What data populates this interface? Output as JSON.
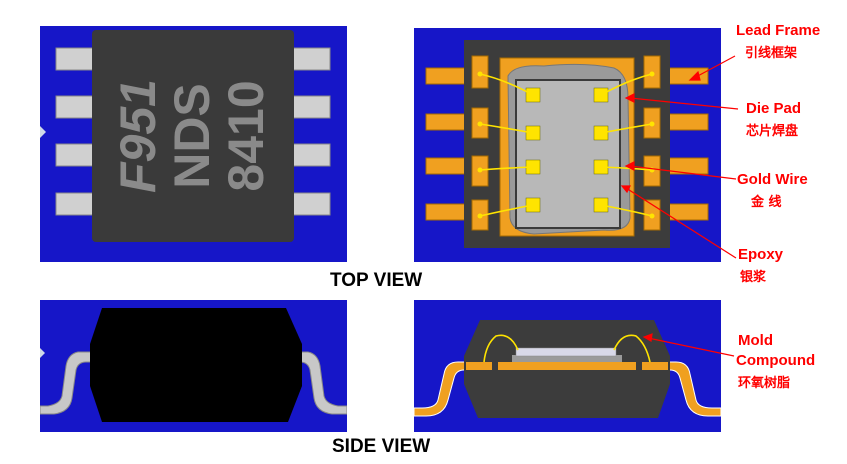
{
  "captions": {
    "top": "TOP VIEW",
    "side": "SIDE VIEW"
  },
  "chip_marking": {
    "line1": "F951",
    "line2": "NDS",
    "line3": "8410"
  },
  "labels": {
    "lead_frame": {
      "en": "Lead Frame",
      "zh": "引线框架"
    },
    "die_pad": {
      "en": "Die Pad",
      "zh": "芯片焊盘"
    },
    "gold_wire": {
      "en": "Gold Wire",
      "zh": "金 线"
    },
    "epoxy": {
      "en": "Epoxy",
      "zh": "银浆"
    },
    "mold_compound": {
      "en": "Mold",
      "en2": "Compound",
      "zh": "环氧树脂"
    }
  },
  "colors": {
    "board_blue": "#1616c8",
    "lead_orange": "#f0a020",
    "chip_black": "#3a3a3a",
    "label_red": "#ff0000",
    "die_gray": "#b8b8b8",
    "wire_yellow": "#ffe400"
  }
}
